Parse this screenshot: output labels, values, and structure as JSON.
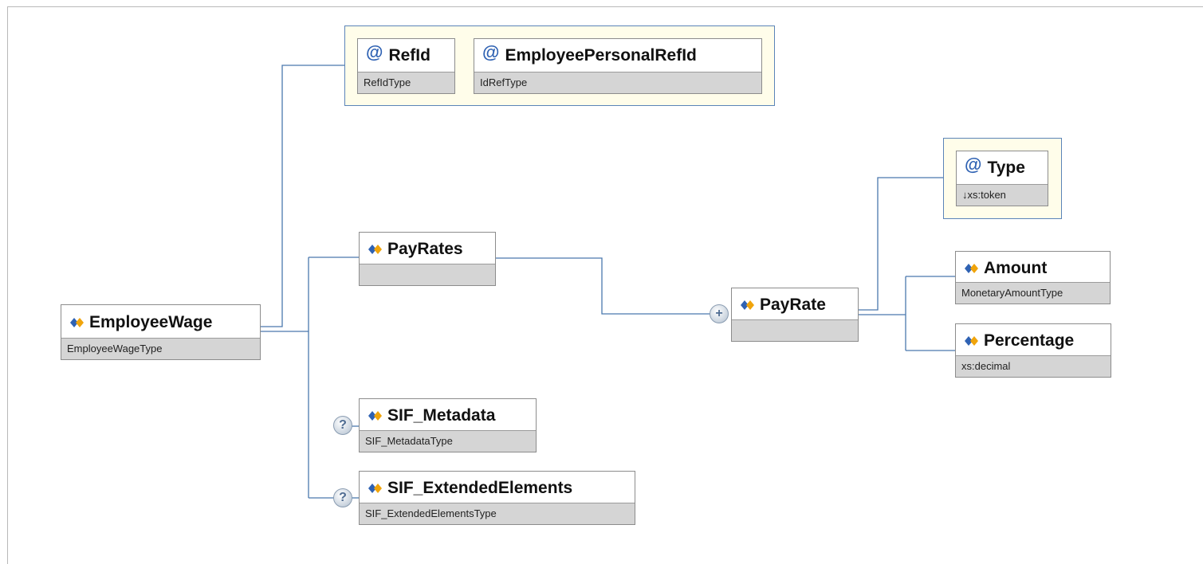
{
  "diagram": {
    "root": {
      "name": "EmployeeWage",
      "type": "EmployeeWageType"
    },
    "attributes": [
      {
        "name": "RefId",
        "type": "RefIdType"
      },
      {
        "name": "EmployeePersonalRefId",
        "type": "IdRefType"
      }
    ],
    "payrates": {
      "name": "PayRates",
      "type": ""
    },
    "payrate": {
      "name": "PayRate",
      "type": "",
      "badge": "+"
    },
    "payrate_attribute": {
      "name": "Type",
      "type": "↓xs:token"
    },
    "amount": {
      "name": "Amount",
      "type": "MonetaryAmountType"
    },
    "percentage": {
      "name": "Percentage",
      "type": "xs:decimal"
    },
    "sif_metadata": {
      "name": "SIF_Metadata",
      "type": "SIF_MetadataType",
      "badge": "?"
    },
    "sif_extended": {
      "name": "SIF_ExtendedElements",
      "type": "SIF_ExtendedElementsType",
      "badge": "?"
    },
    "icons": {
      "element": "element-diamond-icon",
      "attribute": "@",
      "optional": "question-mark-icon",
      "expand": "plus-icon"
    },
    "colors": {
      "connector": "#4a78ad",
      "attribute_group_bg": "#fffdea",
      "type_bar": "#d5d5d5",
      "attribute_icon": "#2f62b3"
    }
  }
}
